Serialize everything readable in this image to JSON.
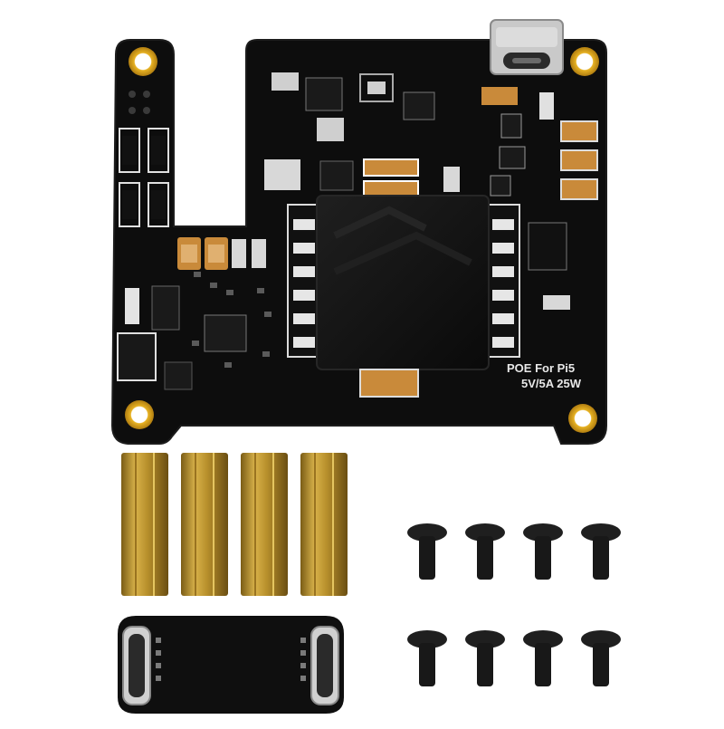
{
  "board": {
    "label_line1": "POE For Pi5",
    "label_line2": "5V/5A 25W",
    "colors": {
      "pcb": "#0d0d0d",
      "gold": "#d9a21b",
      "silkscreen": "#e8e8e8"
    }
  },
  "accessories": {
    "standoff_count": 4,
    "screw_count": 8,
    "colors": {
      "brass": "#b8902c",
      "screw": "#1a1a1a"
    }
  },
  "icons": [
    "usb-c-port-icon",
    "mounting-hole-icon",
    "heatsink-icon",
    "adapter-board-icon"
  ]
}
